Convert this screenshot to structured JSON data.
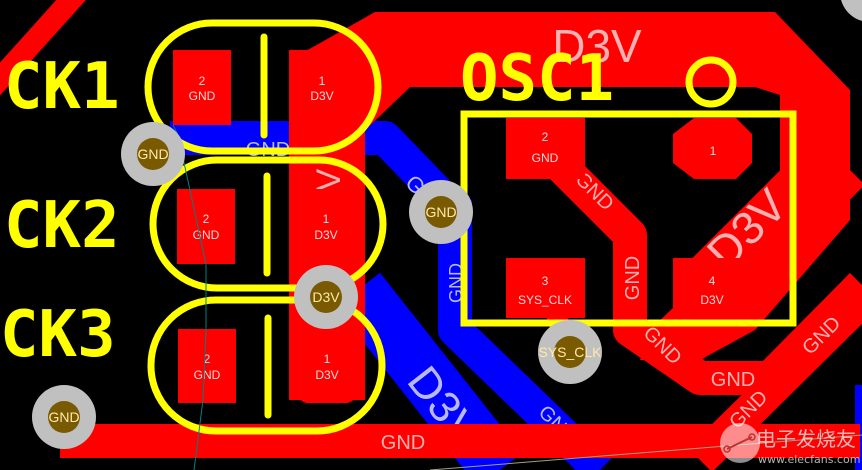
{
  "view": {
    "type": "pcb-layout",
    "colors": {
      "background": "#000000",
      "top_copper": "#ff0000",
      "bottom_copper": "#0000ff",
      "silkscreen": "#ffff00",
      "via_ring": "#c0c0c0",
      "via_hole": "#7a5a00",
      "ratsnest": "#008080"
    }
  },
  "components": {
    "ck1": {
      "designator": "CK1",
      "pads": [
        {
          "number": "2",
          "net": "GND"
        },
        {
          "number": "1",
          "net": "D3V"
        }
      ]
    },
    "ck2": {
      "designator": "CK2",
      "pads": [
        {
          "number": "2",
          "net": "GND"
        },
        {
          "number": "1",
          "net": "D3V"
        }
      ]
    },
    "ck3": {
      "designator": "CK3",
      "pads": [
        {
          "number": "2",
          "net": "GND"
        },
        {
          "number": "1",
          "net": "D3V"
        }
      ]
    },
    "osc1": {
      "designator": "OSC1",
      "pads": [
        {
          "number": "1",
          "net": ""
        },
        {
          "number": "2",
          "net": "GND"
        },
        {
          "number": "3",
          "net": "SYS_CLK"
        },
        {
          "number": "4",
          "net": "D3V"
        }
      ]
    }
  },
  "vias": [
    {
      "net": "GND"
    },
    {
      "net": "GND"
    },
    {
      "net": "D3V"
    },
    {
      "net": "SYS_CLK"
    },
    {
      "net": "GND"
    }
  ],
  "trace_labels": {
    "top_d3v_main": "D3V",
    "top_d3v_diag": "D3V",
    "top_d3v_ck": "V",
    "top_gnd_osc_diag": "GND",
    "top_gnd_osc_vert": "GND",
    "top_gnd_bend": "GND",
    "top_gnd_horiz": "GND",
    "top_gnd_right_diag": "GND",
    "top_gnd_right_diag2": "GND",
    "top_gnd_bottom": "GND",
    "bot_gnd_upper": "GND",
    "bot_gnd_diag": "G",
    "bot_gnd_vert": "GND",
    "bot_d3v_diag": "D3V",
    "bot_gnd_lower": "GN"
  },
  "watermark": {
    "title": "电子发烧友",
    "url": "www.elecfans.com"
  }
}
